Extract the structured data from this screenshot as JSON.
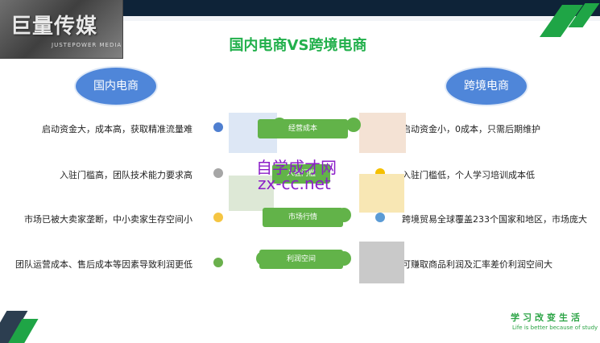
{
  "logo": {
    "text": "巨量传媒",
    "sub": "JUSTEPOWER MEDIA"
  },
  "title": "国内电商VS跨境电商",
  "left_heading": "国内电商",
  "right_heading": "跨境电商",
  "left_items": [
    "启动资金大，成本高，获取精准流量难",
    "入驻门槛高，团队技术能力要求高",
    "市场已被大卖家垄断，中小卖家生存空间小",
    "团队运营成本、售后成本等因素导致利润更低"
  ],
  "right_items": [
    "启动资金小，0成本，只需后期维护",
    "入驻门槛低，个人学习培训成本低",
    "跨境贸易全球覆盖233个国家和地区，市场庞大",
    "可赚取商品利润及汇率差价利润空间大"
  ],
  "left_dot_colors": [
    "#4f7fd0",
    "#a6a6a6",
    "#f5c542",
    "#6ab04c"
  ],
  "right_dot_colors": [
    "#ed7d31",
    "#f5c000",
    "#5b9bd5",
    "#44546a"
  ],
  "puzzle_labels": [
    "经营成本",
    "入驻门槛",
    "市场行情",
    "利润空间"
  ],
  "watermark": {
    "line1": "自学成才网",
    "line2": "zx-cc.net"
  },
  "footer": {
    "cn": "学习改变生活",
    "en": "Life is better because of study"
  },
  "colors": {
    "accent": "#22b04c",
    "ellipse": "#4f86d9",
    "header": "#0e2338"
  }
}
